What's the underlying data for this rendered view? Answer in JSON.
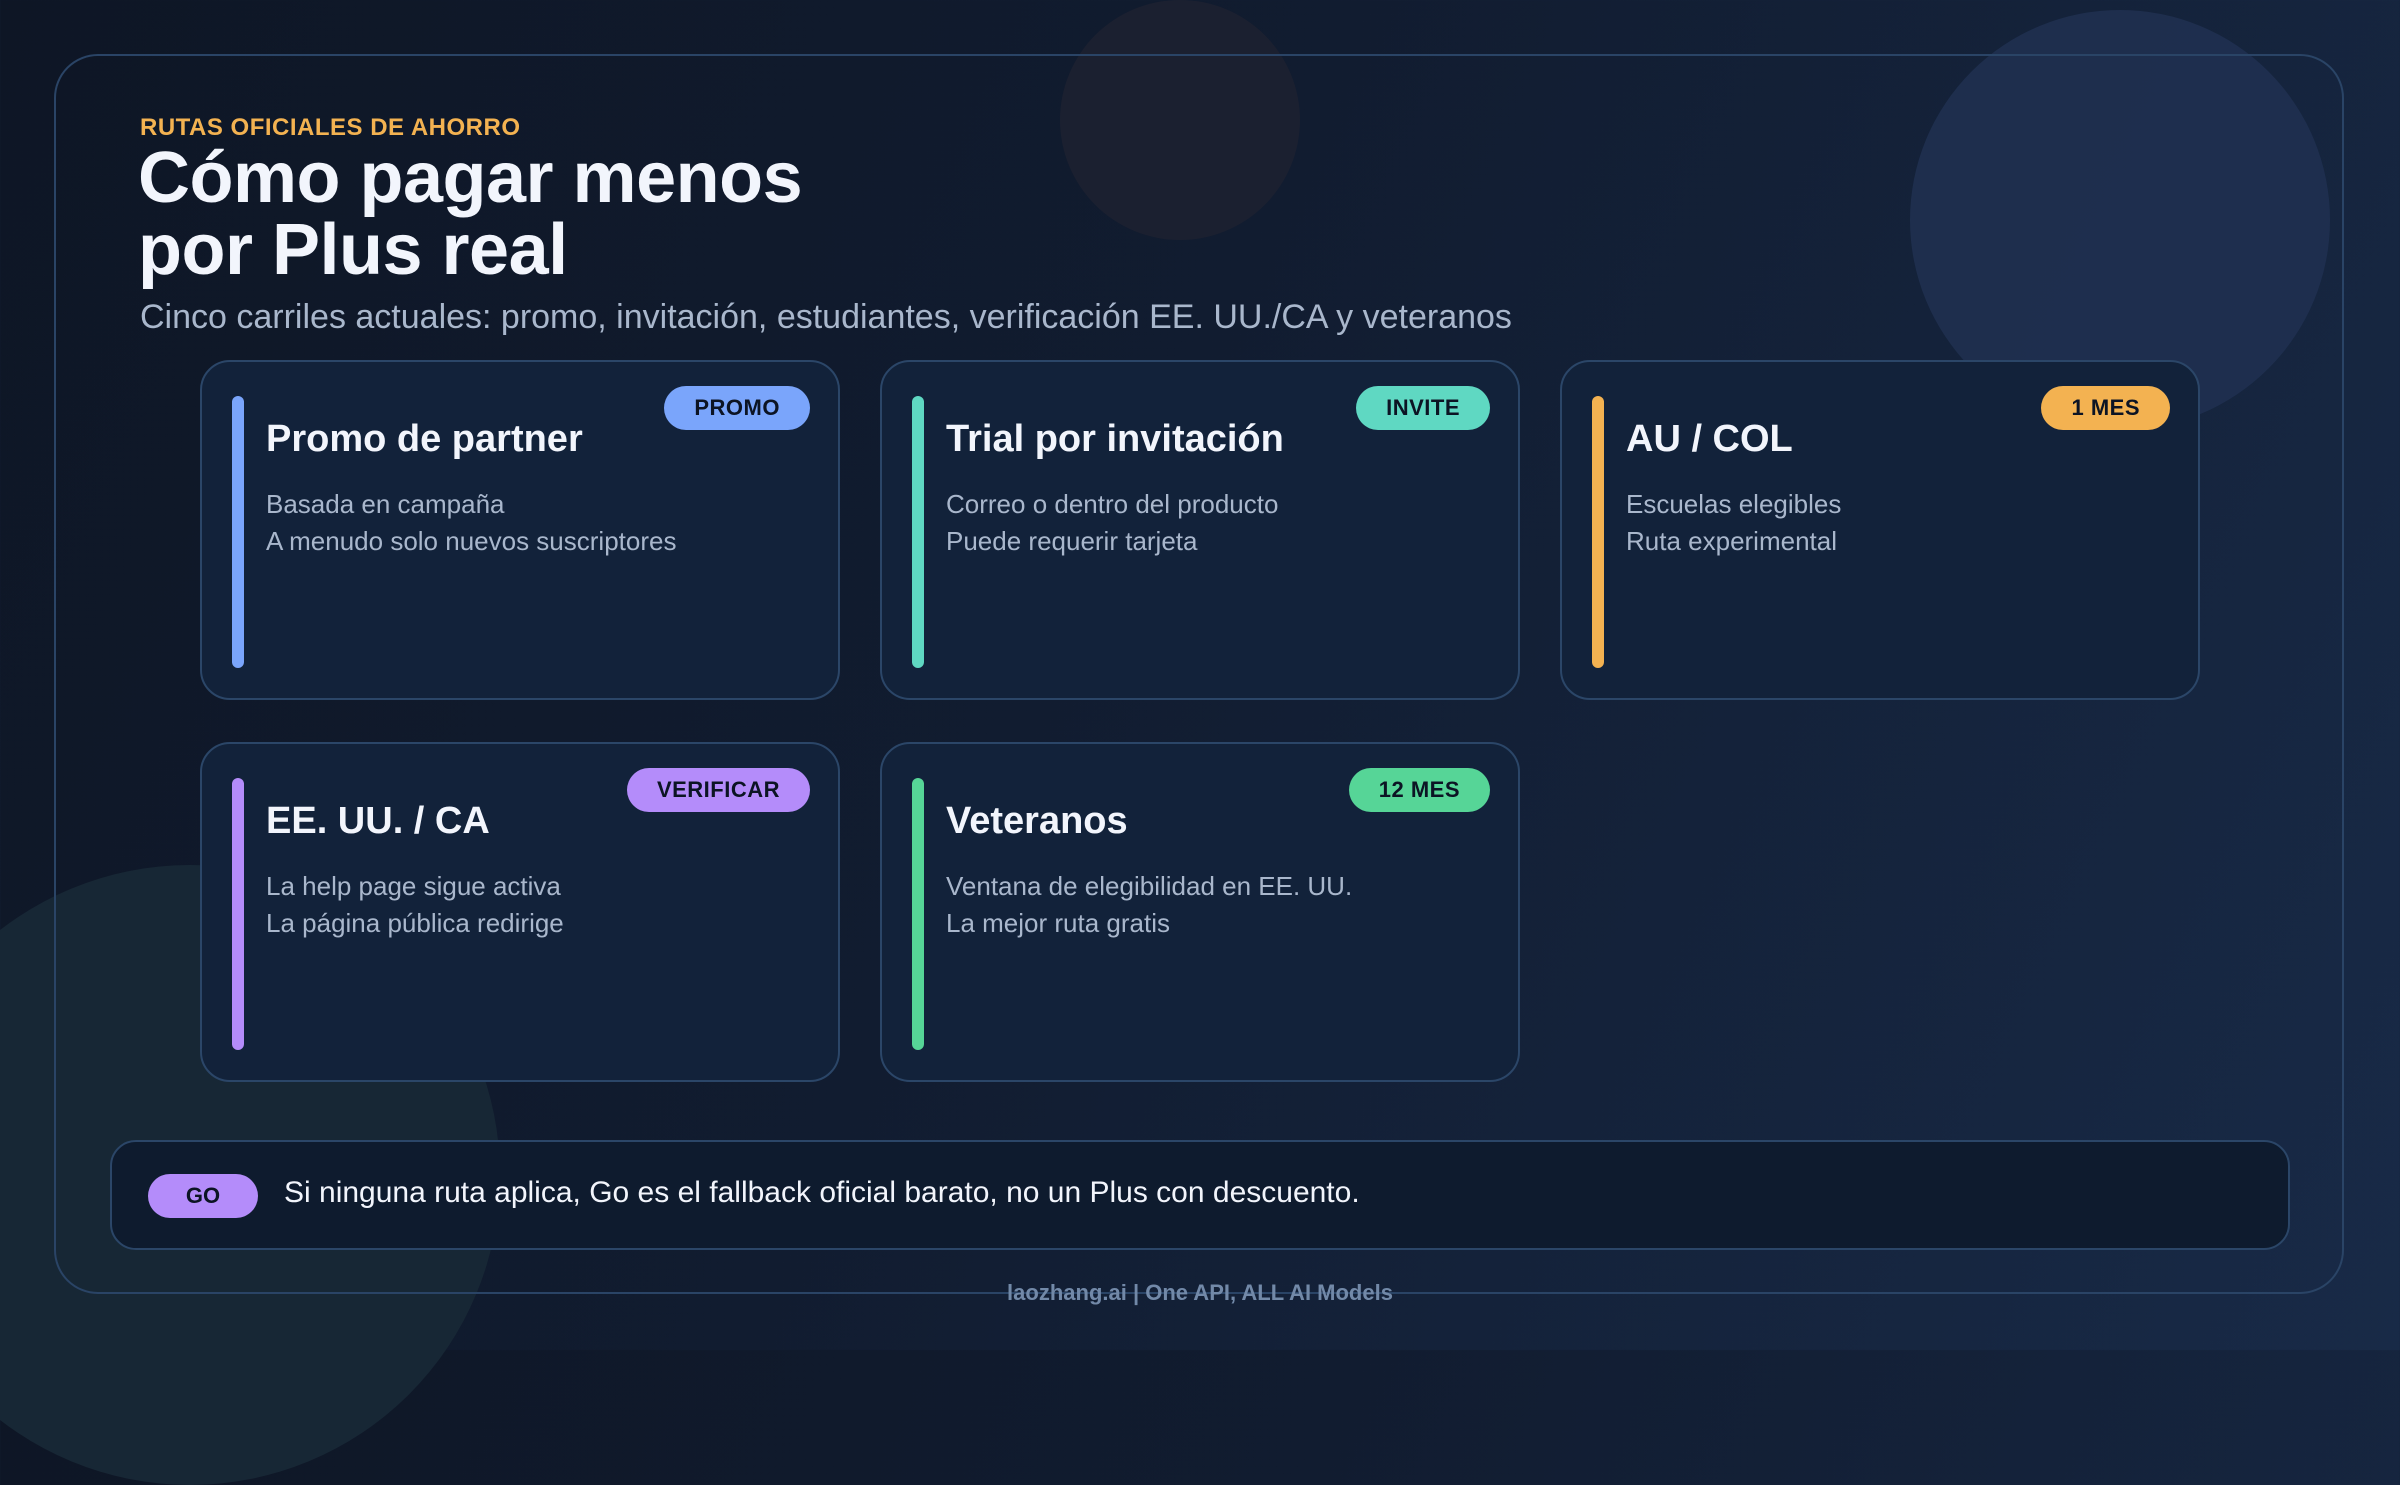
{
  "header": {
    "eyebrow": "RUTAS OFICIALES DE AHORRO",
    "title_line1": "Cómo pagar menos",
    "title_line2": "por Plus real",
    "subtitle": "Cinco carriles actuales: promo, invitación, estudiantes, verificación EE. UU./CA y veteranos"
  },
  "cards": [
    {
      "badge": "PROMO",
      "color": "#7aa5fb",
      "title": "Promo de partner",
      "lines": [
        "Basada en campaña",
        "A menudo solo nuevos suscriptores"
      ]
    },
    {
      "badge": "INVITE",
      "color": "#5fd8c2",
      "title": "Trial por invitación",
      "lines": [
        "Correo o dentro del producto",
        "Puede requerir tarjeta"
      ]
    },
    {
      "badge": "1 MES",
      "color": "#f3b251",
      "title": "AU / COL",
      "lines": [
        "Escuelas elegibles",
        "Ruta experimental"
      ]
    },
    {
      "badge": "VERIFICAR",
      "color": "#b48cfa",
      "title": "EE. UU. / CA",
      "lines": [
        "La help page sigue activa",
        "La página pública redirige"
      ]
    },
    {
      "badge": "12 MES",
      "color": "#56d597",
      "title": "Veteranos",
      "lines": [
        "Ventana de elegibilidad en EE. UU.",
        "La mejor ruta gratis"
      ]
    }
  ],
  "bottom": {
    "badge": "GO",
    "badge_color": "#b48cfa",
    "message": "Si ninguna ruta aplica, Go es el fallback oficial barato, no un Plus con descuento."
  },
  "footer": "laozhang.ai | One API, ALL AI Models"
}
